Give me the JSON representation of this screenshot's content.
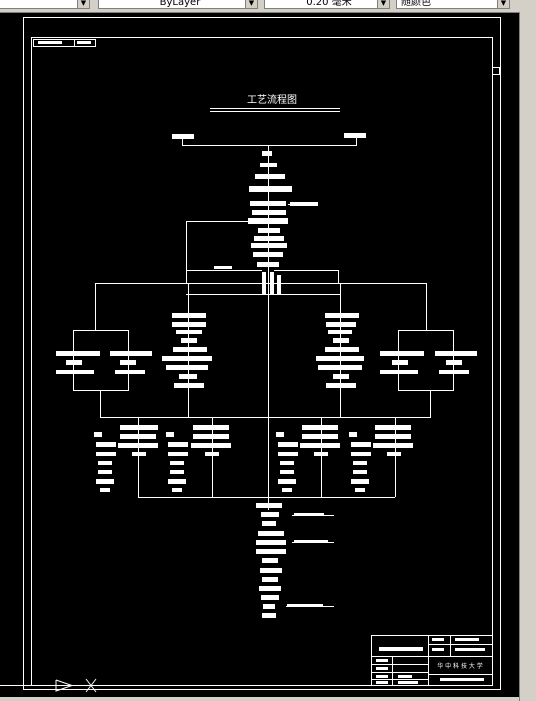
{
  "toolbar": {
    "linetype_value": "ByLayer",
    "lineweight_value": "0.20  毫米",
    "color_value": "随颜色",
    "dropdown_arrow": "▼"
  },
  "drawing": {
    "title": "工艺流程图",
    "school_name": "华 中 科 技 大 学"
  }
}
